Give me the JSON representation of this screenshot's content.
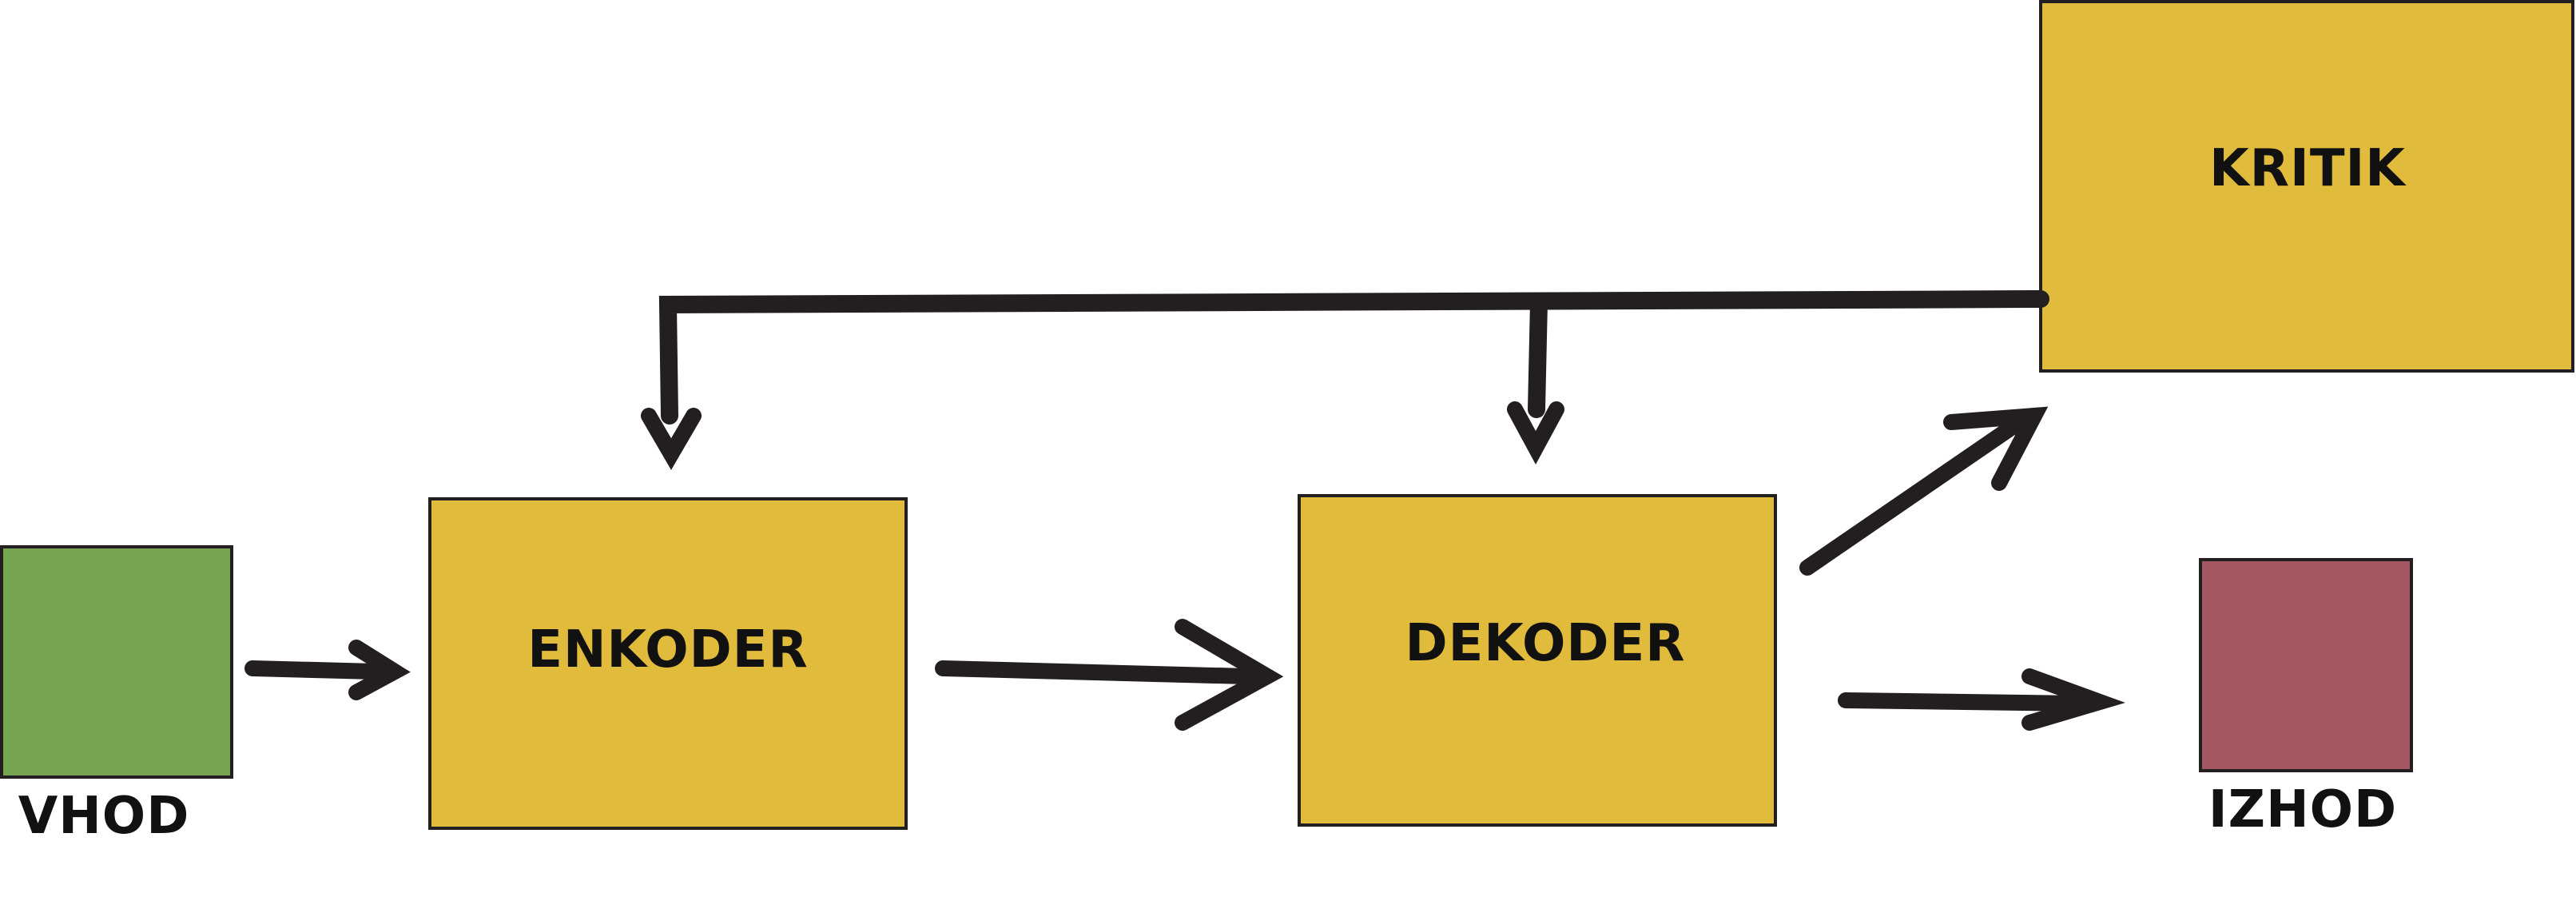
{
  "colors": {
    "input": "#77a552",
    "module": "#e1bb3c",
    "output": "#a45662",
    "line": "#231f20"
  },
  "nodes": {
    "input": {
      "label": "VHOD"
    },
    "encoder": {
      "label": "ENKODER"
    },
    "decoder": {
      "label": "DEKODER"
    },
    "critic": {
      "label": "KRITIK"
    },
    "output": {
      "label": "IZHOD"
    }
  }
}
